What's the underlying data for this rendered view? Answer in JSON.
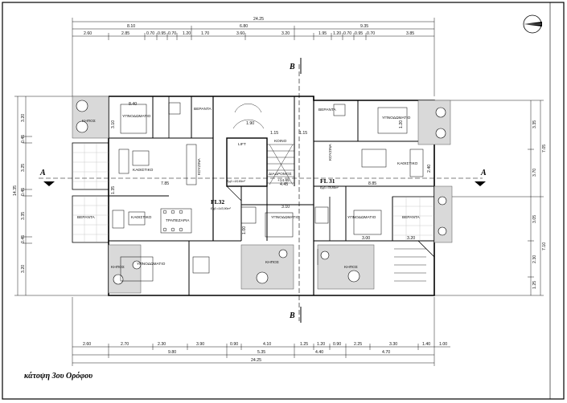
{
  "caption": "κάτοψη 3ου Ορόφου",
  "section_marks": {
    "a_left": "A",
    "a_right": "A",
    "b_top": "B",
    "b_bottom": "B"
  },
  "flats": [
    {
      "id": "FL32",
      "area": "Εμβ.=143,90m²"
    },
    {
      "id": "FL 31",
      "area": "Εμβ.=78,85m²"
    }
  ],
  "core_area": "Εμβ.=18,90m²",
  "rooms": {
    "bed_tl": "ΥΠΝΟΔΩΜΑΤΙΟ",
    "ver_tl": "ΒΕΡΑΝΤΑ",
    "kath_l": "ΚΑΘΙΣΤΙΚΟ",
    "kath_l2": "ΚΑΘΙΣΤΙΚΟ",
    "kouz_l": "ΚΟΥΖΙΝΑ",
    "trap_l": "ΤΡΑΠΕΖΑΡΙΑ",
    "ver_l": "ΒΕΡΑΝΤΑ",
    "bed_bl": "ΥΠΝΟΔΩΜΑΤΙΟ",
    "kipos_bl": "ΚΗΠΟΣ",
    "kipos_tl": "ΚΗΠΟΣ",
    "diadromos": "ΔΙΑΔΡΟΜΟΣ",
    "kouz_r": "ΚΟΥΖΙΝΑ",
    "kath_r": "ΚΑΘΙΣΤΙΚΟ",
    "bed_tr": "ΥΠΝΟΔΩΜΑΤΙΟ",
    "ver_tr": "ΒΕΡΑΝΤΑ",
    "bed_mc": "ΥΠΝΟΔΩΜΑΤΙΟ",
    "bed_mr": "ΥΠΝΟΔΩΜΑΤΙΟ",
    "ver_r": "ΒΕΡΑΝΤΑ",
    "kipos_bc": "ΚΗΠΟΣ",
    "kipos_br": "ΚΗΠΟΣ",
    "lift": "LIFT",
    "koini": "ΚΟΙΝΟ",
    "level": "+14.65"
  },
  "top_dims": {
    "total": "24.25",
    "seg": [
      "8.10",
      "6.80",
      "9.35"
    ],
    "row": [
      "2.60",
      "2.85",
      "0.70",
      "0.95",
      "0.70",
      "1.20",
      "1.70",
      "3.60",
      "3.20",
      "1.95",
      "1.20",
      "0.70",
      "0.95",
      "0.70",
      "3.85"
    ]
  },
  "bottom_dims": {
    "row": [
      "2.60",
      "2.70",
      "2.30",
      "3.90",
      "0.90",
      "4.10",
      "1.25",
      "1.20",
      "0.90",
      "2.25",
      "3.30",
      "1.40",
      "1.00"
    ],
    "seg": [
      "9.80",
      "5.35",
      "4.40",
      "4.70"
    ],
    "total": "24.25"
  },
  "left_dims": {
    "total": "14.35",
    "row": [
      "3.20",
      "0.45",
      "3.25",
      "0.45",
      "3.35",
      "0.45",
      "3.20"
    ]
  },
  "right_dims": {
    "row": [
      "3.35",
      "3.70",
      "3.05",
      "2.30",
      "1.25"
    ],
    "seg": [
      "7.05",
      "7.10"
    ]
  },
  "inner_dims": [
    "8.40",
    "3.10",
    "7.85",
    "1.15",
    "8.85",
    "3.10",
    "3.20",
    "3.00",
    "1.15",
    "1.90",
    "1.35",
    "1.20",
    "4.45",
    "2.40",
    "1.00"
  ]
}
